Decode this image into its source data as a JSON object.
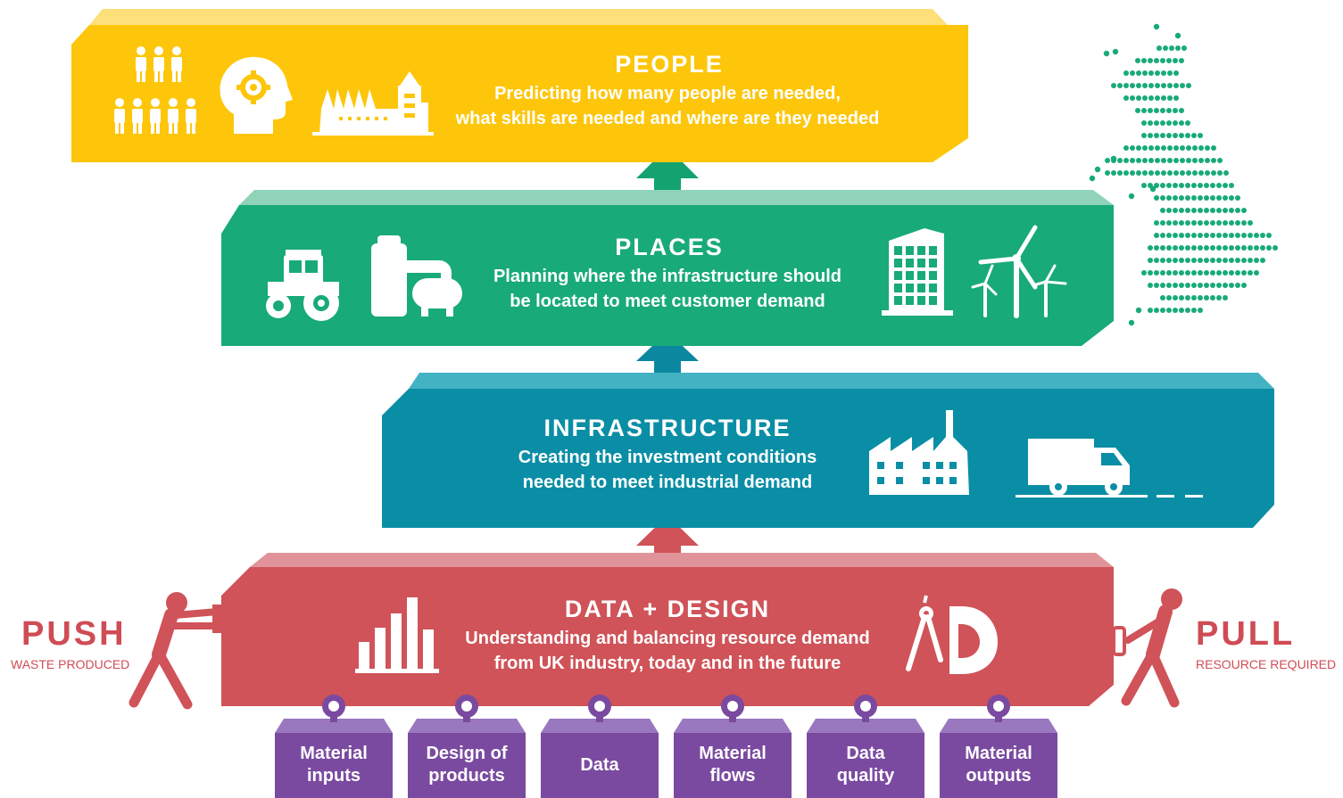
{
  "layers": {
    "people": {
      "title": "PEOPLE",
      "line1": "Predicting how many people are needed,",
      "line2": "what skills are needed and where are they needed",
      "color": "#fdc60b"
    },
    "places": {
      "title": "PLACES",
      "line1": "Planning where the infrastructure should",
      "line2": "be located to meet customer demand",
      "color": "#18aa78"
    },
    "infrastructure": {
      "title": "INFRASTRUCTURE",
      "line1": "Creating the investment conditions",
      "line2": "needed to meet industrial demand",
      "color": "#0a8ea6"
    },
    "data_design": {
      "title": "DATA + DESIGN",
      "line1": "Understanding and balancing resource demand",
      "line2": "from UK industry, today and in the future",
      "color": "#cf5358"
    }
  },
  "push": {
    "label": "PUSH",
    "sub": "WASTE PRODUCED"
  },
  "pull": {
    "label": "PULL",
    "sub": "RESOURCE REQUIRED"
  },
  "inputs": [
    {
      "label": "Material\ninputs"
    },
    {
      "label": "Design of\nproducts"
    },
    {
      "label": "Data"
    },
    {
      "label": "Material\nflows"
    },
    {
      "label": "Data\nquality"
    },
    {
      "label": "Material\noutputs"
    }
  ],
  "icons": [
    "people-group-icon",
    "head-gear-icon",
    "factory-icon",
    "tractor-icon",
    "industrial-tank-icon",
    "office-building-icon",
    "wind-turbine-icon",
    "factory-icon",
    "delivery-truck-icon",
    "bar-chart-icon",
    "compass-ruler-icon",
    "uk-map-icon",
    "person-pushing-icon",
    "person-pulling-icon"
  ],
  "colors": {
    "accent_red": "#cf4c55",
    "input_purple": "#7a4aa0",
    "map_green": "#18aa78"
  }
}
